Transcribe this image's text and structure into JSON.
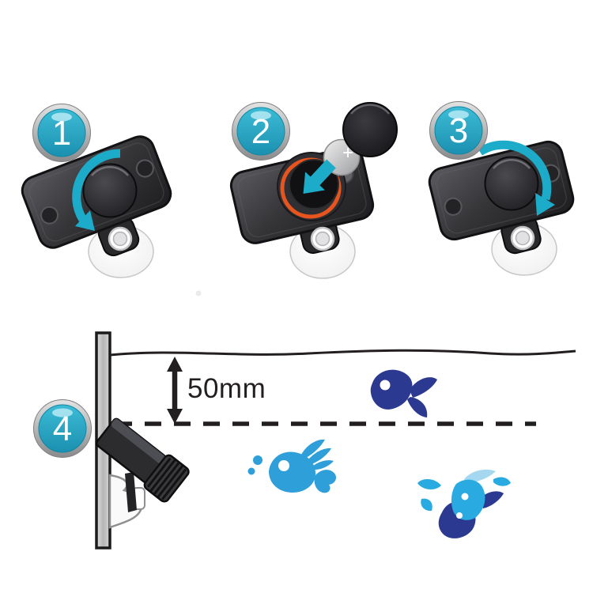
{
  "steps": [
    {
      "number": "1",
      "icon": "rotate-lid-counterclockwise-arrow"
    },
    {
      "number": "2",
      "icon": "insert-battery-arrow"
    },
    {
      "number": "3",
      "icon": "rotate-lid-clockwise-arrow"
    },
    {
      "number": "4",
      "icon": "aquarium-mounting-depth-diagram"
    }
  ],
  "step2": {
    "battery_polarity": "+"
  },
  "step4": {
    "depth_label": "50mm"
  },
  "colors": {
    "accent_cyan": "#1CACC9",
    "badge_fill": "#2AA9C6",
    "badge_ring": "#A8A8A8",
    "orange_ring": "#E8541E",
    "fish_navy": "#2B3990",
    "fish_sky": "#29ABE2",
    "fish_light_blue": "#2E9FD9",
    "fish_pale_blue": "#A5D8F0",
    "ink": "#231F20",
    "device_dark": "#2E2E31",
    "glass_gray": "#C6C6C6",
    "bg": "#FFFFFF"
  }
}
